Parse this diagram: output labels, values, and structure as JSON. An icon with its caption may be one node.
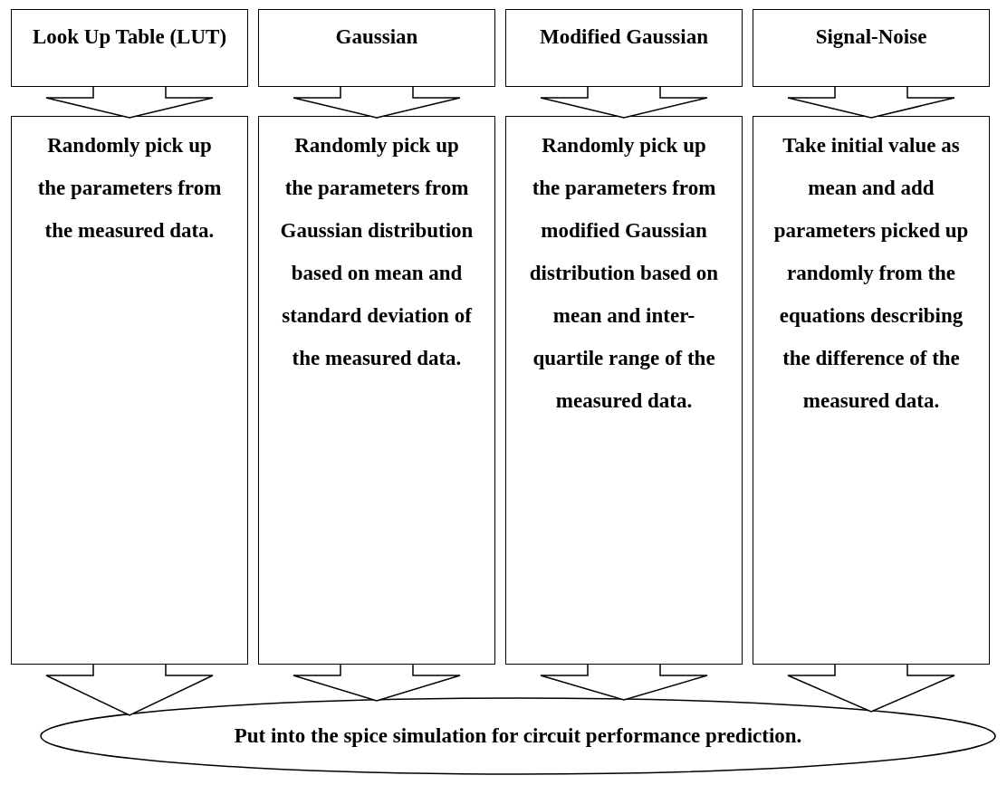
{
  "diagram": {
    "nodes": [
      {
        "text": [
          "Look Up Table (LUT)"
        ]
      },
      {
        "text": [
          "Gaussian"
        ]
      },
      {
        "text": [
          "Modified Gaussian"
        ]
      },
      {
        "text": [
          "Signal-Noise"
        ]
      },
      {
        "text": [
          "Randomly pick up the parameters from the measured data."
        ]
      },
      {
        "text": [
          "Randomly pick up the parameters from Gaussian distribution based on mean and standard deviation of the measured data."
        ]
      },
      {
        "text": [
          "Randomly pick up the parameters from modified Gaussian distribution based on mean and inter-quartile range of the measured data."
        ]
      },
      {
        "text": [
          "Take initial value as mean and add parameters picked up randomly from the equations describing the difference of the measured data."
        ]
      },
      {
        "text": [
          "Put into the spice simulation for circuit performance prediction."
        ]
      }
    ],
    "edges": [
      {
        "from": 0,
        "to": 4,
        "arrow": "to"
      },
      {
        "from": 1,
        "to": 5,
        "arrow": "to"
      },
      {
        "from": 2,
        "to": 6,
        "arrow": "to"
      },
      {
        "from": 3,
        "to": 7,
        "arrow": "to"
      },
      {
        "from": 4,
        "to": 8,
        "arrow": "to"
      },
      {
        "from": 5,
        "to": 8,
        "arrow": "to"
      },
      {
        "from": 6,
        "to": 8,
        "arrow": "to"
      },
      {
        "from": 7,
        "to": 8,
        "arrow": "to"
      }
    ]
  }
}
